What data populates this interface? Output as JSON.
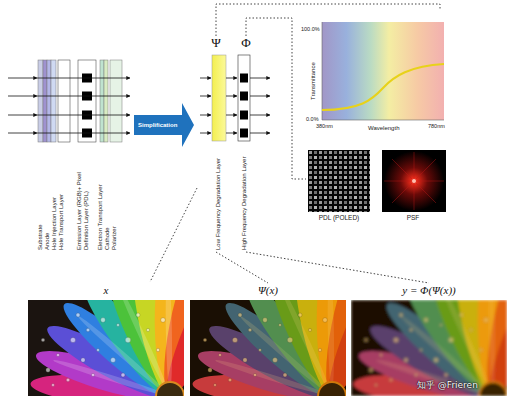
{
  "diagram": {
    "nodes": [
      {
        "text": [
          "Simplification"
        ]
      },
      {
        "text": [
          "Ψ",
          "Low Frequency Degradation Layer"
        ]
      },
      {
        "text": [
          "Φ",
          "High Frequency Degradation Layer"
        ]
      },
      {
        "text": [
          "Transmittance",
          "100.0%",
          "0.0%",
          "380nm",
          "Wavelength",
          "780nm"
        ]
      },
      {
        "text": [
          "PDL (POLED)"
        ]
      },
      {
        "text": [
          "PSF"
        ]
      },
      {
        "text": [
          "x"
        ]
      },
      {
        "text": [
          "Ψ(x)"
        ]
      },
      {
        "text": [
          "y = Φ(Ψ(x))"
        ]
      }
    ],
    "edges": [
      {
        "from": 1,
        "to": 3,
        "arrow": "none"
      },
      {
        "from": 2,
        "to": 4,
        "arrow": "none"
      },
      {
        "from": 1,
        "to": 7,
        "arrow": "none"
      },
      {
        "from": 2,
        "to": 8,
        "arrow": "none"
      }
    ],
    "labels": [
      "Substrate",
      "Anode",
      "Hole Injection Layer",
      "Hole Transport Layer",
      "Emission Layer (RGB)+ Pixel Definition Layer (PDL)",
      "Electron Transport Layer",
      "Cathode",
      "Polarizer",
      "知乎 @Frieren"
    ]
  }
}
